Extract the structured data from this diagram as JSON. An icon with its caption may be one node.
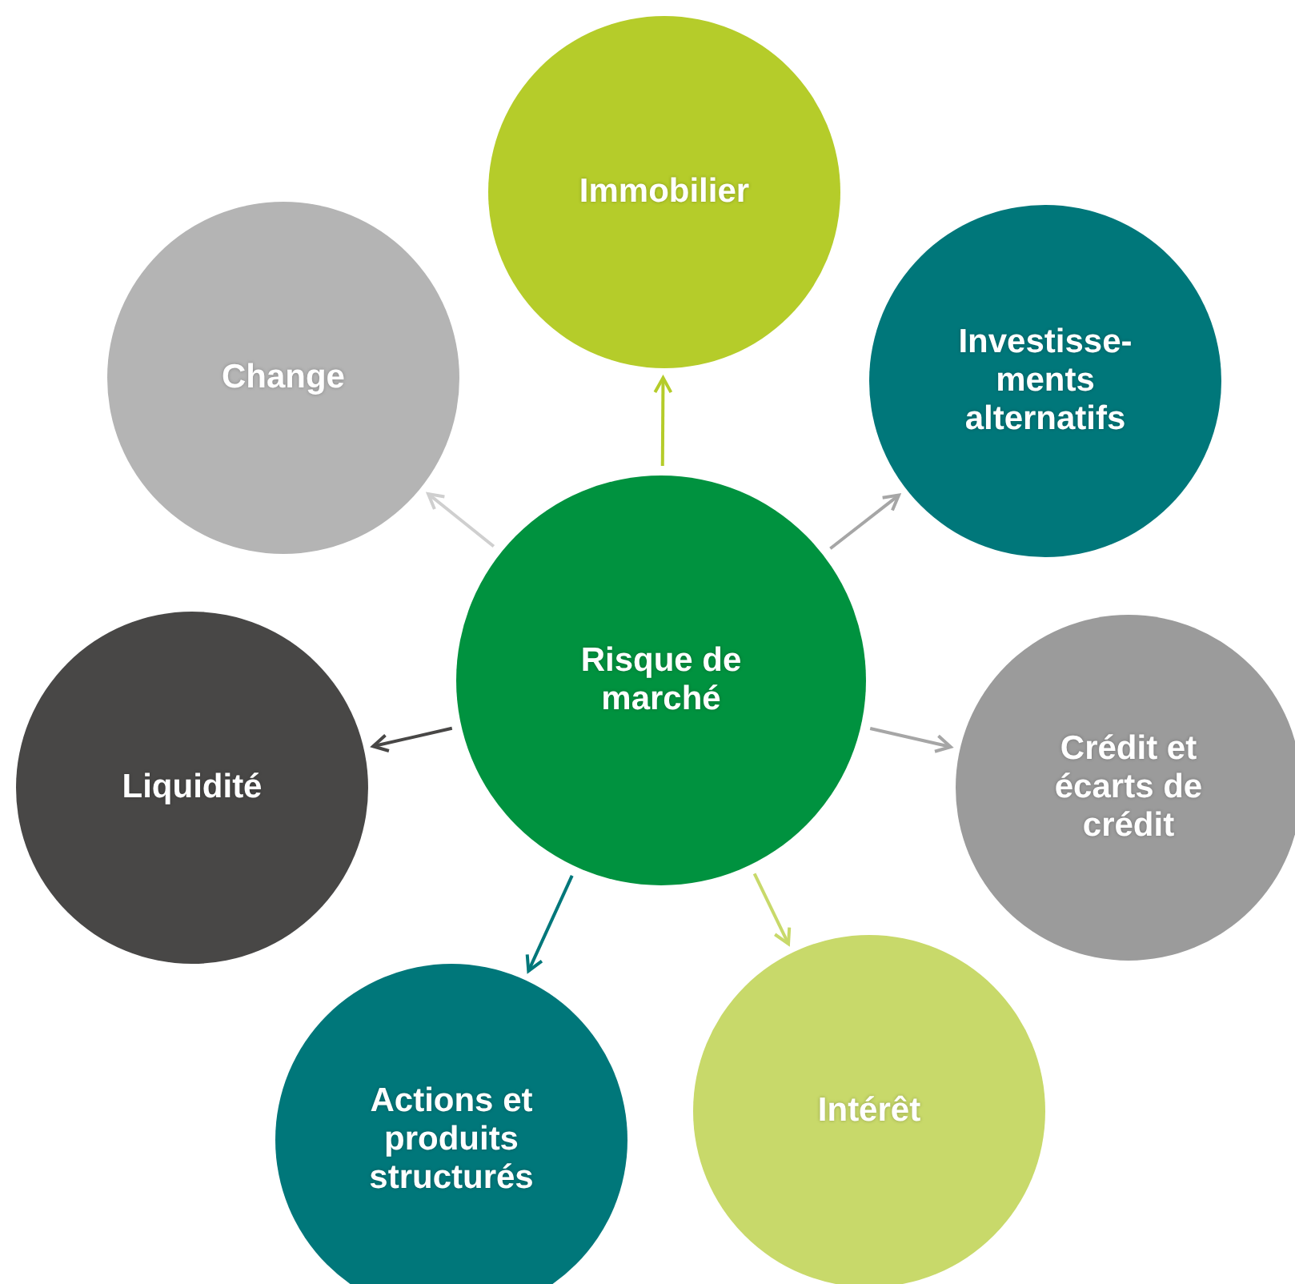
{
  "diagram": {
    "nodes": [
      {
        "text": [
          "Immobilier"
        ]
      },
      {
        "text": [
          "Change"
        ]
      },
      {
        "text": [
          "Investisse- ments alternatifs"
        ]
      },
      {
        "text": [
          "Risque de marché"
        ]
      },
      {
        "text": [
          "Liquidité"
        ]
      },
      {
        "text": [
          "Crédit et écarts de crédit"
        ]
      },
      {
        "text": [
          "Actions et produits structurés"
        ]
      },
      {
        "text": [
          "Intérêt"
        ]
      }
    ],
    "edges": [
      {
        "from": 3,
        "to": 0,
        "arrow": "to",
        "color": "#b5cc2a"
      },
      {
        "from": 3,
        "to": 2,
        "arrow": "to",
        "color": "#a6a6a6"
      },
      {
        "from": 3,
        "to": 5,
        "arrow": "to",
        "color": "#a6a6a6"
      },
      {
        "from": 3,
        "to": 7,
        "arrow": "to",
        "color": "#c8d96a"
      },
      {
        "from": 3,
        "to": 6,
        "arrow": "to",
        "color": "#00777a"
      },
      {
        "from": 3,
        "to": 4,
        "arrow": "to",
        "color": "#484746"
      },
      {
        "from": 3,
        "to": 1,
        "arrow": "to",
        "color": "#cfcfcf"
      }
    ]
  }
}
